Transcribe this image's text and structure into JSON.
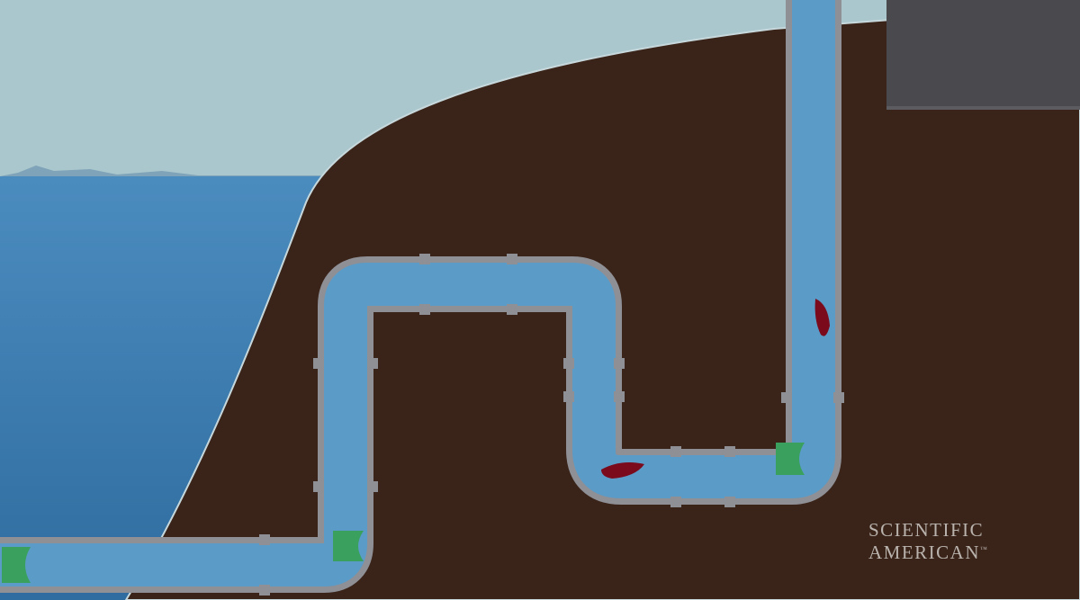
{
  "scene": {
    "description_colors": {
      "sky": "#a9c7cd",
      "ocean": "#3f7fb0",
      "ground": "#3a2419",
      "pipe_wall": "#8e8e94",
      "water": "#5b9bc7",
      "valve": "#3aa05e",
      "particle": "#7a0a1c",
      "building": "#4a4a4e"
    },
    "icons": [
      "pipe",
      "check-valve-icon",
      "debris-icon",
      "building"
    ]
  },
  "watermark": {
    "line1": "SCIENTIFIC",
    "line2": "AMERICAN",
    "tm": "™"
  }
}
